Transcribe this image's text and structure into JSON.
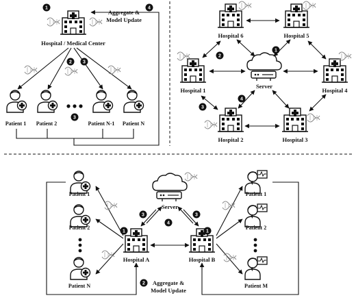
{
  "top_left": {
    "center_label": "Hospital / Medical Center",
    "aggregate_label_line1": "Aggregate &",
    "aggregate_label_line2": "Model Update",
    "patients": [
      "Patient 1",
      "Patient 2",
      "Patient N-1",
      "Patient N"
    ],
    "steps": [
      "1",
      "2",
      "3",
      "4"
    ]
  },
  "top_right": {
    "server_label": "Server",
    "hospitals": [
      "Hospital 1",
      "Hospital 2",
      "Hospital 3",
      "Hospital 4",
      "Hospital 5",
      "Hospital 6"
    ],
    "steps": [
      "1",
      "2",
      "3",
      "4"
    ]
  },
  "bottom": {
    "server_label": "Server",
    "hospital_a": "Hospital A",
    "hospital_b": "Hospital B",
    "patients_left": [
      "Patient 1",
      "Patient 2",
      "Patient N"
    ],
    "patients_right": [
      "Patient 1",
      "Patient 2",
      "Patient M"
    ],
    "aggregate_label_line1": "Aggregate &",
    "aggregate_label_line2": "Model Update",
    "steps": [
      "1",
      "1",
      "2",
      "3",
      "3",
      "4"
    ]
  }
}
